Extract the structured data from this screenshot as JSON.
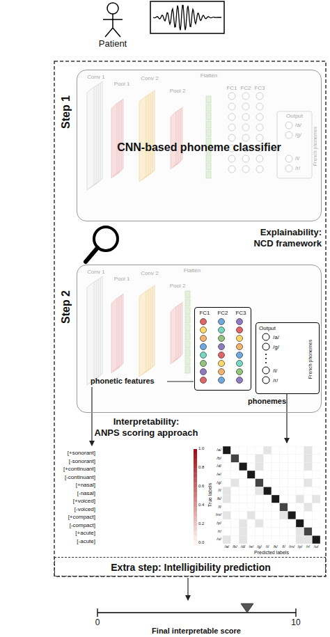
{
  "diagram": {
    "nodes": [
      {
        "text": [
          "Step 1",
          "CNN-based phoneme classifier"
        ]
      },
      {
        "text": [
          "Step 2"
        ]
      },
      {
        "text": [
          "FC1",
          "FC2",
          "FC3"
        ],
        "in": 1
      },
      {
        "text": [
          "Output",
          "/a/",
          "/g/",
          "/i/",
          "/r/",
          "French phonemes"
        ],
        "in": 1
      },
      {
        "text": [
          "Extra step: Intelligibility prediction"
        ]
      }
    ],
    "labels": [
      "Patient",
      "Conv 1",
      "Pool 1",
      "Conv 2",
      "Pool 2",
      "Flatten",
      "FC1",
      "FC2",
      "FC3",
      "Output",
      "/a/",
      "/g/",
      "/i/",
      "/r/",
      "French phonemes",
      "Explainability:",
      "NCD framework",
      "Conv 1",
      "Pool 1",
      "Conv 2",
      "Pool 2",
      "Flatten",
      "phonetic features",
      "phonemes",
      "Interpretability:",
      "ANPS scoring approach",
      "[+sonorant]",
      "[-sonorant]",
      "[+continuant]",
      "[-continuant]",
      "[+nasal]",
      "[-nasal]",
      "[+voiced]",
      "[-voiced]",
      "[+compact]",
      "[-compact]",
      "[+acute]",
      "[-acute]",
      "1.0",
      "0.8",
      "0.6",
      "0.4",
      "0.2",
      "0.0",
      "/a/",
      "/b/",
      "/d/",
      "/e/",
      "/g/",
      "/i/",
      "/k/",
      "/l/",
      "/m/",
      "/p/",
      "/r/",
      "/u/",
      "/a/",
      "/b/",
      "/d/",
      "/e/",
      "/g/",
      "/i/",
      "/k/",
      "/l/",
      "/m/",
      "/p/",
      "/r/",
      "/u/",
      "True labels",
      "Predicted labels",
      "0",
      "10",
      "Final interpretable score"
    ]
  }
}
